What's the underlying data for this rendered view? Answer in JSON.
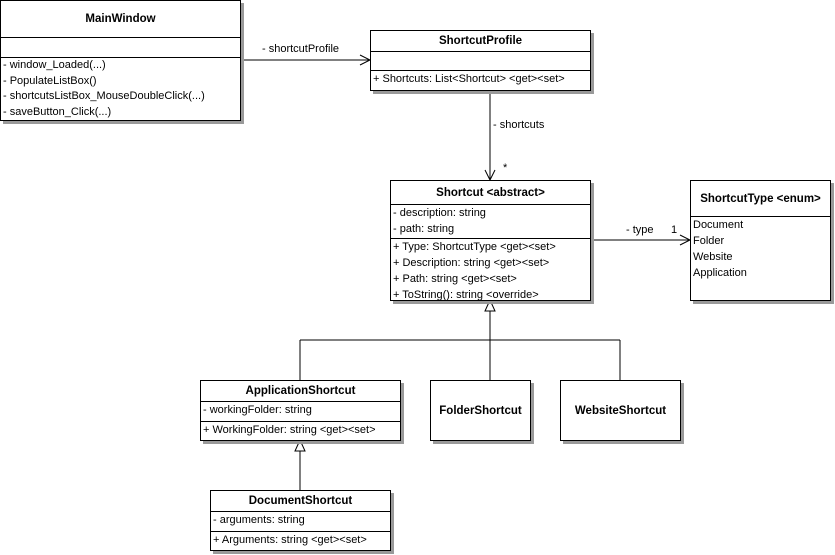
{
  "classes": {
    "main_window": {
      "name": "MainWindow",
      "attributes": [],
      "methods": [
        "- window_Loaded(...)",
        "- PopulateListBox()",
        "- shortcutsListBox_MouseDoubleClick(...)",
        "- saveButton_Click(...)"
      ]
    },
    "shortcut_profile": {
      "name": "ShortcutProfile",
      "attributes": [],
      "methods": [
        "+ Shortcuts: List<Shortcut> <get><set>"
      ]
    },
    "shortcut": {
      "name": "Shortcut <abstract>",
      "attributes": [
        "- description: string",
        "- path: string"
      ],
      "methods": [
        "+ Type: ShortcutType <get><set>",
        "+ Description: string <get><set>",
        "+ Path: string <get><set>",
        "+ ToString(): string <override>"
      ]
    },
    "shortcut_type": {
      "name": "ShortcutType <enum>",
      "values": [
        "Document",
        "Folder",
        "Website",
        "Application"
      ]
    },
    "application_shortcut": {
      "name": "ApplicationShortcut",
      "attributes": [
        "- workingFolder: string"
      ],
      "methods": [
        "+ WorkingFolder: string <get><set>"
      ]
    },
    "folder_shortcut": {
      "name": "FolderShortcut"
    },
    "website_shortcut": {
      "name": "WebsiteShortcut"
    },
    "document_shortcut": {
      "name": "DocumentShortcut",
      "attributes": [
        "- arguments: string"
      ],
      "methods": [
        "+ Arguments: string <get><set>"
      ]
    }
  },
  "associations": {
    "main_to_profile": {
      "role": "- shortcutProfile"
    },
    "profile_to_shortcut": {
      "role": "- shortcuts",
      "multiplicity": "*"
    },
    "shortcut_to_type": {
      "role": "- type",
      "multiplicity": "1"
    }
  }
}
